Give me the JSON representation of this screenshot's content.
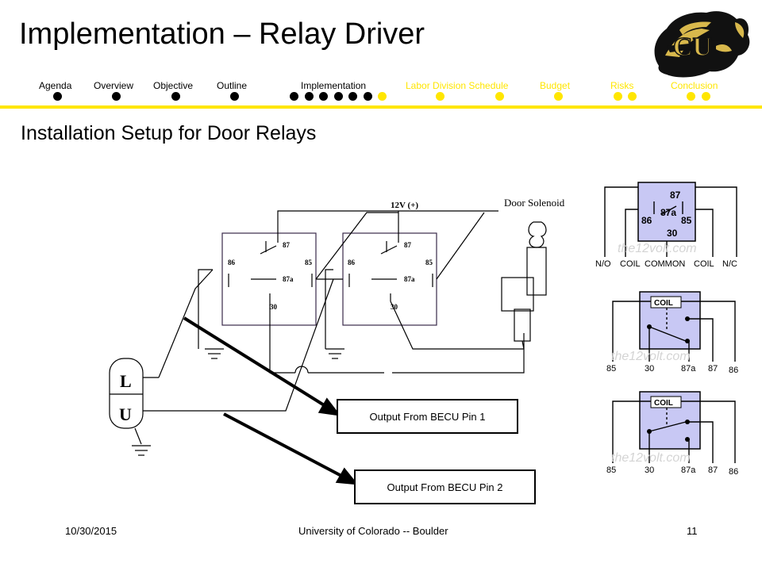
{
  "slide": {
    "title": "Implementation – Relay Driver",
    "subtitle": "Installation Setup for Door Relays"
  },
  "nav": {
    "items": [
      {
        "label": "Agenda",
        "state": "visited",
        "dots": 1
      },
      {
        "label": "Overview",
        "state": "visited",
        "dots": 1
      },
      {
        "label": "Objective",
        "state": "visited",
        "dots": 1
      },
      {
        "label": "Outline",
        "state": "visited",
        "dots": 1
      },
      {
        "label": "Implementation",
        "state": "current",
        "dots": 7
      },
      {
        "label": "Labor Division Schedule",
        "state": "upcoming",
        "dots": 2
      },
      {
        "label": "Budget",
        "state": "upcoming",
        "dots": 1
      },
      {
        "label": "Risks",
        "state": "upcoming",
        "dots": 2
      },
      {
        "label": "Conclusion",
        "state": "upcoming",
        "dots": 2
      }
    ],
    "colors": {
      "visited": "#000000",
      "upcoming": "#ffe600",
      "rule": "#ffe600"
    }
  },
  "diagram": {
    "supply_label": "12V (+)",
    "solenoid_label": "Door Solenoid",
    "switch_labels": [
      "L",
      "U"
    ],
    "relay_pins": [
      "87",
      "86",
      "85",
      "87a",
      "30"
    ],
    "outputs": [
      "Output From BECU Pin 1",
      "Output From BECU Pin 2"
    ],
    "ref_top": {
      "pins": [
        "87",
        "86",
        "87a",
        "85",
        "30"
      ],
      "bottom_labels": [
        "N/O",
        "COIL",
        "COMMON",
        "COIL",
        "N/C"
      ],
      "watermark": "the12volt.com"
    },
    "ref_mid": {
      "coil": "COIL",
      "bottom_labels": [
        "85",
        "30",
        "87a",
        "87",
        "86"
      ],
      "watermark": "the12volt.com"
    },
    "ref_low": {
      "coil": "COIL",
      "bottom_labels": [
        "85",
        "30",
        "87a",
        "87",
        "86"
      ],
      "watermark": "the12volt.com"
    }
  },
  "footer": {
    "date": "10/30/2015",
    "organization": "University of Colorado -- Boulder",
    "page": "11"
  }
}
